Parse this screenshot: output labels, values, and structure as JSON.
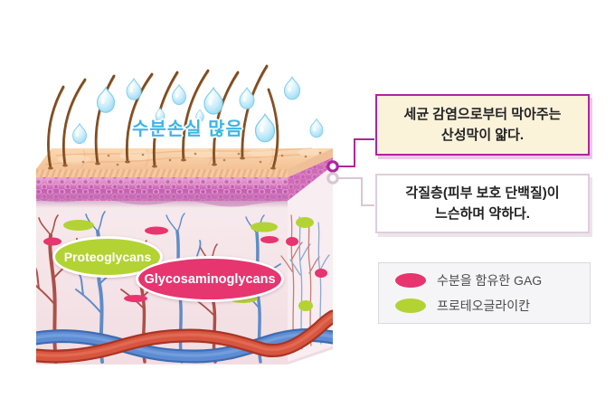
{
  "figure": {
    "moisture_label": "수분손실 많음",
    "proteoglycans_label": "Proteoglycans",
    "glycosaminoglycans_label": "Glycosaminoglycans"
  },
  "callouts": [
    {
      "line1": "세균 감염으로부터 막아주는",
      "line2": "산성막이 얇다."
    },
    {
      "line1": "각질층(피부 보호 단백질)이",
      "line2": "느슨하며 약하다."
    }
  ],
  "legend": {
    "items": [
      {
        "label": "수분을 함유한 GAG",
        "color": "#e7356f"
      },
      {
        "label": "프로테오글라이칸",
        "color": "#b3d334"
      }
    ]
  },
  "colors": {
    "callout_accent": "#b0249e",
    "callout_bg": "#fbf2da",
    "moisture_text": "#3cb6e8",
    "stratum_band": "#c75fb2",
    "skin_surface": "#f3bd90",
    "artery_red": "#d8553f",
    "vein_blue": "#5e8cd4"
  }
}
